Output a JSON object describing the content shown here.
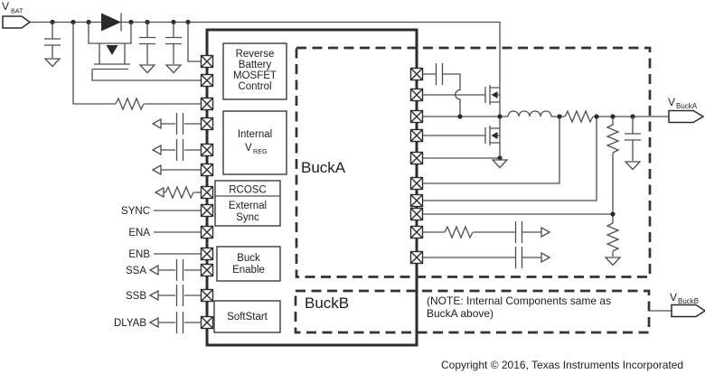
{
  "figure": {
    "power_rail": {
      "vbat_base": "V",
      "vbat_sub": "BAT"
    },
    "ic": {
      "reverse_battery_block": [
        "Reverse",
        "Battery",
        "MOSFET",
        "Control"
      ],
      "vreg_block": {
        "line1": "Internal",
        "v_base": "V",
        "v_sub": "REG"
      },
      "rcosc_block": {
        "title": "RCOSC",
        "line1": "External",
        "line2": "Sync"
      },
      "buck_enable_block": {
        "line1": "Buck",
        "line2": "Enable"
      },
      "softstart_block": {
        "label": "SoftStart"
      },
      "bucka_label": "BuckA",
      "buckb_label": "BuckB"
    },
    "left_pins": {
      "sync": "SYNC",
      "ena": "ENA",
      "enb": "ENB",
      "ssa": "SSA",
      "ssb": "SSB",
      "dlyab": "DLYAB"
    },
    "outputs": {
      "vbucka_base": "V",
      "vbucka_sub": "BuckA",
      "vbuckb_base": "V",
      "vbuckb_sub": "BuckB"
    },
    "note_line1": "(NOTE: Internal Components same as",
    "note_line2": "BuckA above)",
    "copyright": "Copyright © 2016, Texas Instruments Incorporated",
    "colors": {
      "ink": "#1d1d1d",
      "wire": "#4f4f4f",
      "background": "#ffffff"
    }
  }
}
